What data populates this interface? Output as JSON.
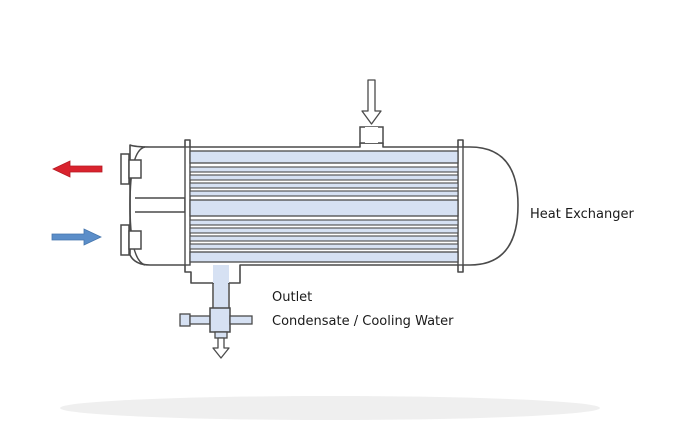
{
  "labels": {
    "heat_exchanger": "Heat Exchanger",
    "outlet": "Outlet",
    "condensate": "Condensate / Cooling Water"
  },
  "colors": {
    "shell_stroke": "#4a4a4a",
    "tube_fill": "#d6e1f3",
    "valve_fill": "#d6e1f3",
    "hot_arrow": "#d9232e",
    "cold_arrow": "#5b8ec9",
    "shadow": "#e9e9e9"
  },
  "icons": {
    "steam_inlet": "arrow-down-icon",
    "hot_outlet": "arrow-left-icon",
    "cold_inlet": "arrow-right-icon",
    "drain": "arrow-down-icon",
    "valve": "valve-icon"
  }
}
